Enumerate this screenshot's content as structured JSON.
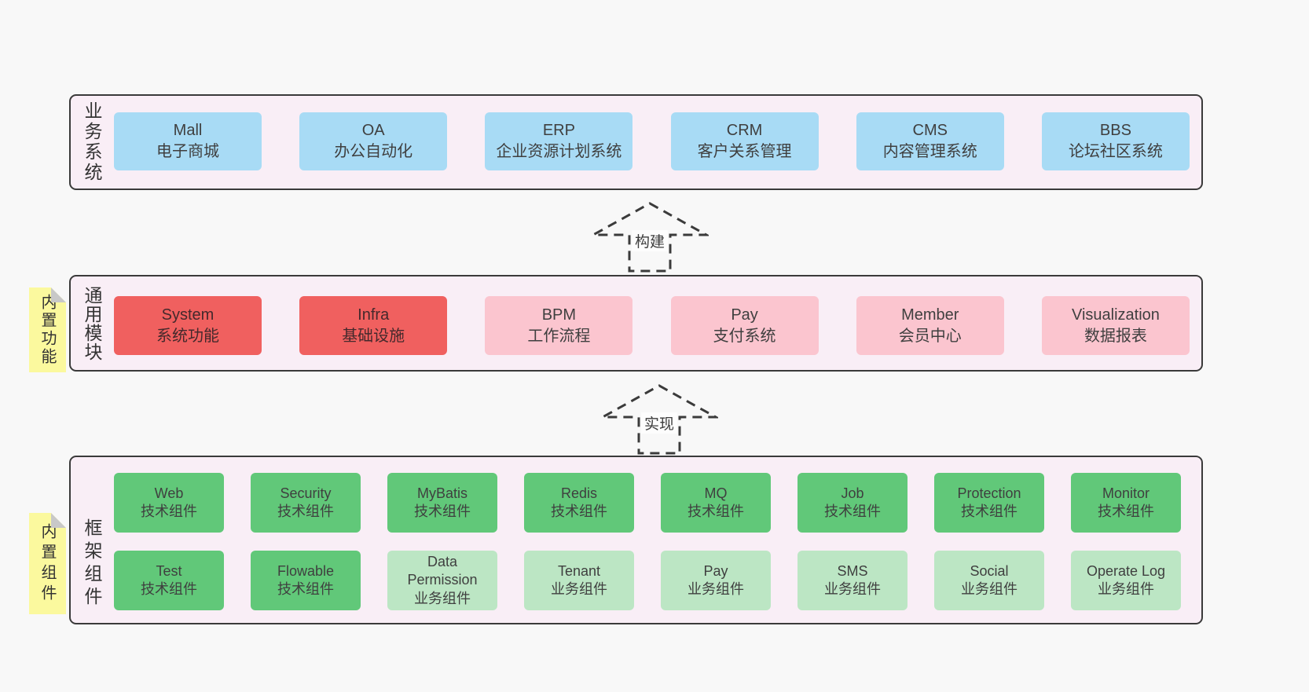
{
  "colors": {
    "page_bg": "#f8f8f8",
    "panel_bg": "#f9eef6",
    "panel_border": "#3a3a3a",
    "box_blue": "#a8dbf5",
    "box_red": "#f0605f",
    "box_pink": "#fbc5cf",
    "box_green_dark": "#61c879",
    "box_green_light": "#bce6c4",
    "tab_yellow": "#fbf99e",
    "tab_fold_gray": "#c8c8c8"
  },
  "business": {
    "side_label": "业务系统",
    "boxes": [
      {
        "title": "Mall",
        "subtitle": "电子商城"
      },
      {
        "title": "OA",
        "subtitle": "办公自动化"
      },
      {
        "title": "ERP",
        "subtitle": "企业资源计划系统"
      },
      {
        "title": "CRM",
        "subtitle": "客户关系管理"
      },
      {
        "title": "CMS",
        "subtitle": "内容管理系统"
      },
      {
        "title": "BBS",
        "subtitle": "论坛社区系统"
      }
    ]
  },
  "arrows": {
    "build": "构建",
    "implement": "实现"
  },
  "modules": {
    "side_label": "通用模块",
    "tab_label": "内置功能",
    "boxes": [
      {
        "title": "System",
        "subtitle": "系统功能"
      },
      {
        "title": "Infra",
        "subtitle": "基础设施"
      },
      {
        "title": "BPM",
        "subtitle": "工作流程"
      },
      {
        "title": "Pay",
        "subtitle": "支付系统"
      },
      {
        "title": "Member",
        "subtitle": "会员中心"
      },
      {
        "title": "Visualization",
        "subtitle": "数据报表"
      }
    ]
  },
  "framework": {
    "side_label": "框架组件",
    "tab_label": "内置组件",
    "row1": [
      {
        "title": "Web",
        "subtitle": "技术组件"
      },
      {
        "title": "Security",
        "subtitle": "技术组件"
      },
      {
        "title": "MyBatis",
        "subtitle": "技术组件"
      },
      {
        "title": "Redis",
        "subtitle": "技术组件"
      },
      {
        "title": "MQ",
        "subtitle": "技术组件"
      },
      {
        "title": "Job",
        "subtitle": "技术组件"
      },
      {
        "title": "Protection",
        "subtitle": "技术组件"
      },
      {
        "title": "Monitor",
        "subtitle": "技术组件"
      }
    ],
    "row2": [
      {
        "title": "Test",
        "subtitle": "技术组件"
      },
      {
        "title": "Flowable",
        "subtitle": "技术组件"
      },
      {
        "title": "Data Permission",
        "subtitle": "业务组件"
      },
      {
        "title": "Tenant",
        "subtitle": "业务组件"
      },
      {
        "title": "Pay",
        "subtitle": "业务组件"
      },
      {
        "title": "SMS",
        "subtitle": "业务组件"
      },
      {
        "title": "Social",
        "subtitle": "业务组件"
      },
      {
        "title": "Operate Log",
        "subtitle": "业务组件"
      }
    ]
  }
}
